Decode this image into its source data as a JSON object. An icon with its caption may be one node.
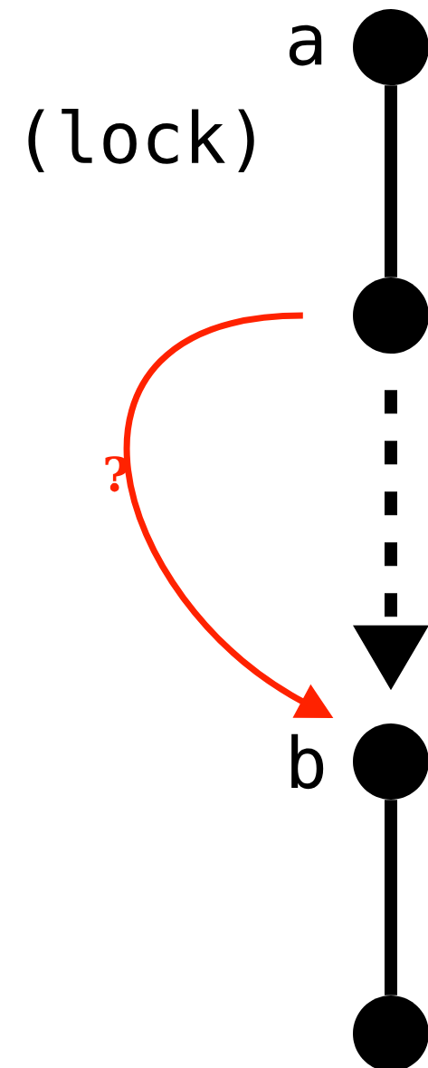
{
  "diagram": {
    "nodes": [
      {
        "text": [],
        "shape": "circle",
        "beside": [
          "a",
          "(lock)"
        ]
      },
      {
        "text": [],
        "shape": "circle"
      },
      {
        "text": [],
        "shape": "circle",
        "beside": [
          "b"
        ]
      },
      {
        "text": [],
        "shape": "circle"
      }
    ],
    "edges": [
      {
        "from": 0,
        "to": 1,
        "arrow": "none"
      },
      {
        "from": 1,
        "to": 2,
        "arrow": "to",
        "style": "dashed"
      },
      {
        "from": 1,
        "to": 2,
        "arrow": "to",
        "label": "?",
        "color": "#ff2200"
      },
      {
        "from": 2,
        "to": 3,
        "arrow": "none"
      }
    ]
  }
}
